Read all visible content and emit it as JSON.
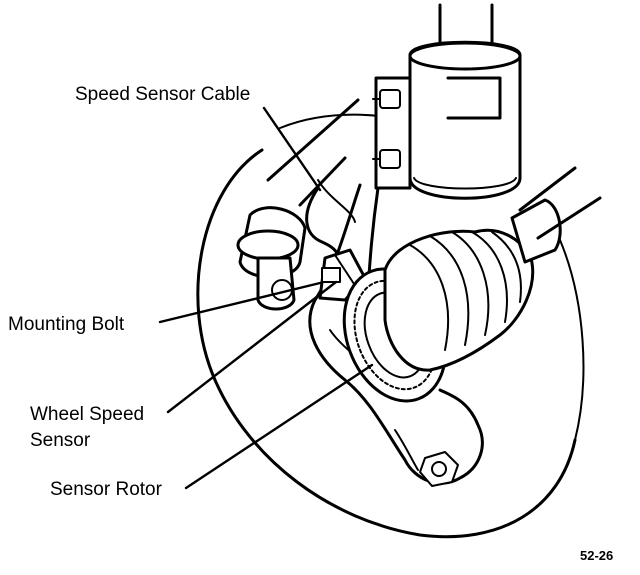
{
  "labels": {
    "speed_sensor_cable": "Speed Sensor Cable",
    "mounting_bolt": "Mounting Bolt",
    "wheel_speed_sensor_line1": "Wheel Speed",
    "wheel_speed_sensor_line2": "Sensor",
    "sensor_rotor": "Sensor Rotor"
  },
  "figure_number": "52-26"
}
